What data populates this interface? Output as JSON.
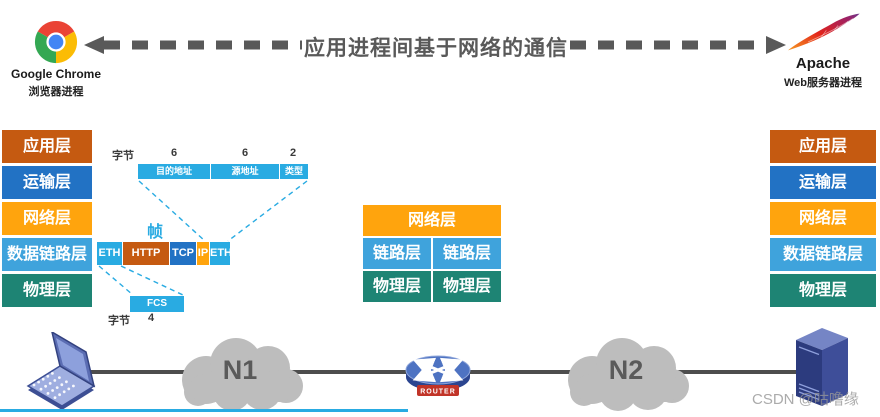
{
  "header": {
    "title": "应用进程间基于网络的通信",
    "left_endpoint": {
      "name": "Google Chrome",
      "subtitle": "浏览器进程"
    },
    "right_endpoint": {
      "name": "Apache",
      "subtitle": "Web服务器进程"
    }
  },
  "stacks": {
    "left": {
      "layers": [
        {
          "label": "应用层",
          "color": "#C55A11"
        },
        {
          "label": "运输层",
          "color": "#2272C4"
        },
        {
          "label": "网络层",
          "color": "#FFA40D"
        },
        {
          "label": "数据链路层",
          "color": "#3FA3DC"
        },
        {
          "label": "物理层",
          "color": "#1E8474"
        }
      ]
    },
    "right": {
      "layers": [
        {
          "label": "应用层",
          "color": "#C55A11"
        },
        {
          "label": "运输层",
          "color": "#2272C4"
        },
        {
          "label": "网络层",
          "color": "#FFA40D"
        },
        {
          "label": "数据链路层",
          "color": "#3FA3DC"
        },
        {
          "label": "物理层",
          "color": "#1E8474"
        }
      ]
    },
    "router": {
      "network": {
        "label": "网络层",
        "color": "#FFA40D"
      },
      "link_left": {
        "label": "链路层",
        "color": "#3FA3DC"
      },
      "link_right": {
        "label": "链路层",
        "color": "#3FA3DC"
      },
      "phy_left": {
        "label": "物理层",
        "color": "#1E8474"
      },
      "phy_right": {
        "label": "物理层",
        "color": "#1E8474"
      }
    }
  },
  "frame_detail": {
    "bytes_label_header": "字节",
    "header_fields": [
      {
        "label": "目的地址",
        "bytes": "6"
      },
      {
        "label": "源地址",
        "bytes": "6"
      },
      {
        "label": "类型",
        "bytes": "2"
      }
    ],
    "frame_label": "帧",
    "segments": [
      {
        "label": "ETH",
        "color": "#29ABE2"
      },
      {
        "label": "HTTP",
        "color": "#C55A11"
      },
      {
        "label": "TCP",
        "color": "#2272C4"
      },
      {
        "label": "IP",
        "color": "#FFA40D"
      },
      {
        "label": "ETH",
        "color": "#29ABE2"
      }
    ],
    "trailer": {
      "bytes_label": "字节",
      "field": "FCS",
      "bytes": "4"
    }
  },
  "network_path": {
    "cloud1_label": "N1",
    "cloud2_label": "N2",
    "router_label": "ROUTER"
  },
  "watermark": "CSDN @咕噜缘",
  "colors": {
    "accent_blue": "#29ABE2",
    "dark_orange": "#C55A11",
    "blue": "#2272C4",
    "amber": "#FFA40D",
    "light_blue": "#3FA3DC",
    "teal": "#1E8474",
    "arrow_gray": "#595959",
    "cloud_gray": "#BDBDBD",
    "line_gray": "#4D4D4D"
  }
}
